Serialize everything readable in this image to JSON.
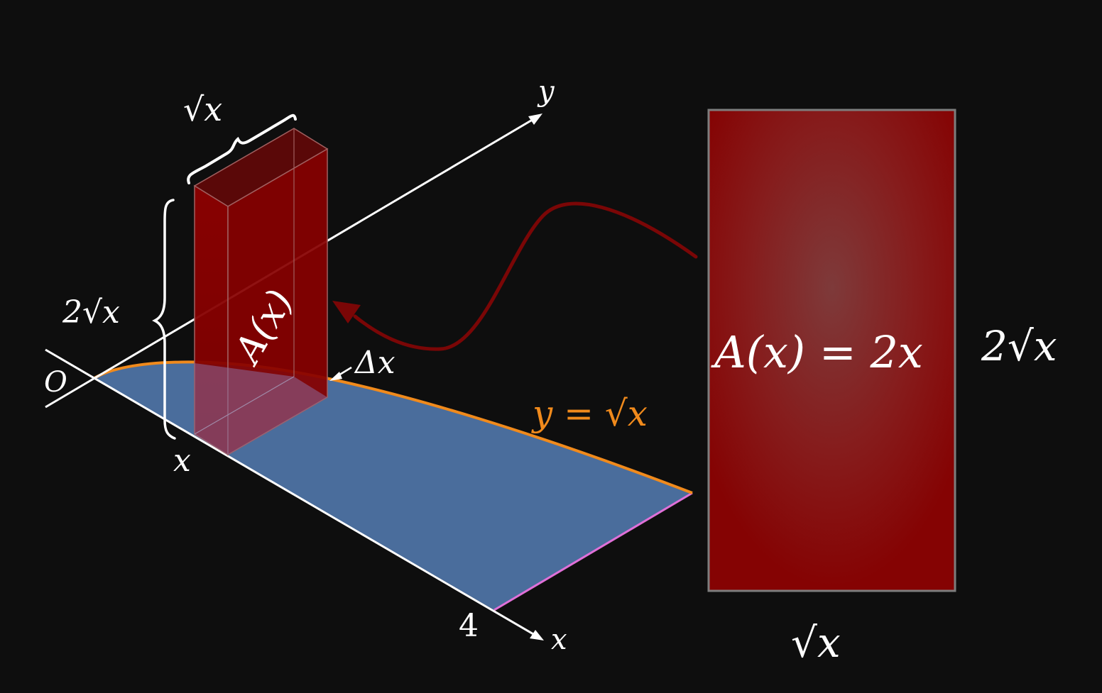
{
  "labels": {
    "origin": "O",
    "y_axis": "y",
    "x_axis": "x",
    "tick_four": "4",
    "tick_x": "x",
    "width_label_top": "√x",
    "height_label_left": "2√x",
    "slab_area": "A(x)",
    "delta": "Δx",
    "curve_eq": "y = √x",
    "formula": "A(x) = 2x",
    "rect_height_label": "2√x",
    "rect_width_label": "√x"
  },
  "colors": {
    "background": "#0e0e0e",
    "region": "#4a6d9c",
    "curve": "#f08a1c",
    "far_edge": "#e070d8",
    "slab": "#8b0000",
    "arrow": "#7a0606",
    "axes": "#ffffff"
  }
}
